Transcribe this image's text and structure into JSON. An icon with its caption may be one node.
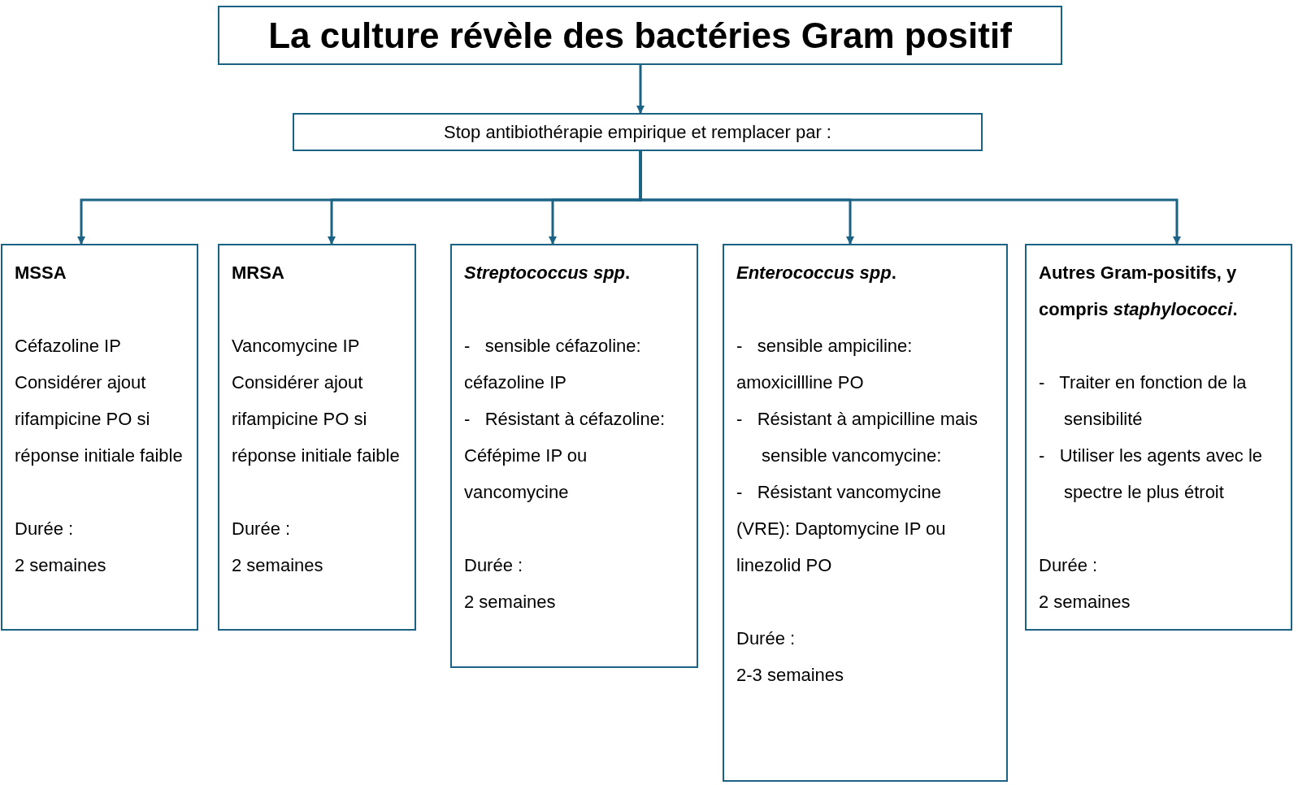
{
  "diagram": {
    "nodes": [
      {
        "text": [
          "La culture révèle des bactéries Gram positif"
        ]
      },
      {
        "text": [
          "Stop antibiothérapie empirique et remplacer par :"
        ]
      },
      {
        "text": [
          "MSSA",
          "Céfazoline IP",
          "Considérer ajout rifampicine PO si réponse initiale faible",
          "Durée :",
          "2 semaines"
        ]
      },
      {
        "text": [
          "MRSA",
          "Vancomycine IP",
          "Considérer ajout rifampicine PO si réponse initiale faible",
          "Durée :",
          "2 semaines"
        ]
      },
      {
        "text": [
          "*Streptococcus spp*.",
          "-   sensible céfazoline: céfazoline IP",
          "-   Résistant à céfazoline:",
          "Céfépime IP ou vancomycine",
          "Durée :",
          "2 semaines"
        ]
      },
      {
        "text": [
          "*Enterococcus spp*.",
          "-   sensible ampiciline: amoxicillline PO",
          "-   Résistant à ampicilline mais sensible vancomycine:",
          "-   Résistant vancomycine (VRE): Daptomycine IP ou linezolid PO",
          "Durée :",
          "2-3 semaines"
        ]
      },
      {
        "text": [
          "Autres Gram-positifs, y compris *staphylococci*.",
          "-   Traiter en fonction de la sensibilité",
          "-   Utiliser les agents avec le spectre le plus étroit",
          "Durée :",
          "2 semaines"
        ]
      }
    ],
    "edges": [
      {
        "from": 0,
        "to": 1,
        "arrow": "to"
      },
      {
        "from": 1,
        "to": 2,
        "arrow": "to"
      },
      {
        "from": 1,
        "to": 3,
        "arrow": "to"
      },
      {
        "from": 1,
        "to": 4,
        "arrow": "to"
      },
      {
        "from": 1,
        "to": 5,
        "arrow": "to"
      },
      {
        "from": 1,
        "to": 6,
        "arrow": "to"
      }
    ]
  }
}
